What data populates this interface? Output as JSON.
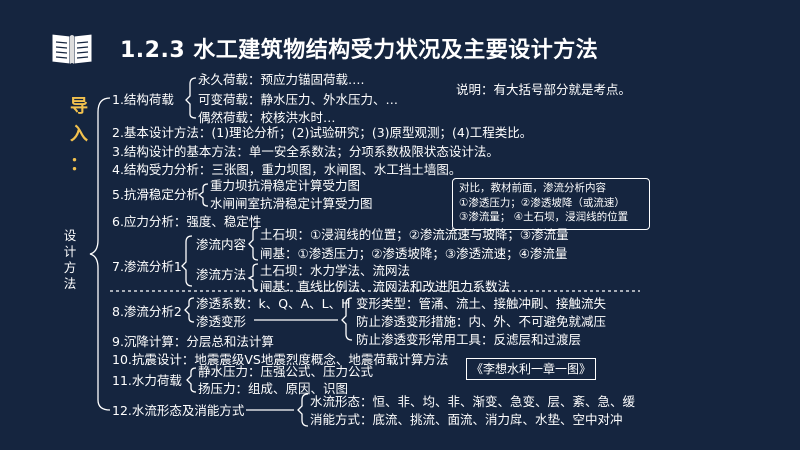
{
  "header": {
    "title": "1.2.3   水工建筑物结构受力状况及主要设计方法"
  },
  "side": {
    "lead_chars": [
      "导",
      "入",
      "："
    ],
    "group_label": "设计方法"
  },
  "note": "说明：有大括号部分就是考点。",
  "items": {
    "i1": "1.结构荷载",
    "i1_a": "永久荷载：预应力锚固荷载….",
    "i1_b": "可变荷载：静水压力、外水压力、…",
    "i1_c": "偶然荷载：校核洪水时…",
    "i2": "2.基本设计方法：(1)理论分析；(2)试验研究；(3)原型观测；(4)工程类比。",
    "i3": "3.结构设计的基本方法：单一安全系数法；分项系数极限状态设计法。",
    "i4": "4.结构受力分析：三张图，重力坝图，水闸图、水工挡土墙图。",
    "i5": "5.抗滑稳定分析",
    "i5_a": "重力坝抗滑稳定计算受力图",
    "i5_b": "水闸闸室抗滑稳定计算受力图",
    "i6": "6.应力分析：强度、稳定性",
    "i7": "7.渗流分析1",
    "i7_content": "渗流内容",
    "i7_c1": "土石坝：①浸润线的位置；②渗流流速与坡降；③渗流量",
    "i7_c2": "闸基：①渗透压力；②渗透坡降；③渗透流速；④渗流量",
    "i7_method": "渗流方法",
    "i7_m1": "土石坝：水力学法、流网法",
    "i7_m2": "闸基：直线比例法、流网法和改进阻力系数法",
    "i8": "8.渗流分析2",
    "i8_a": "渗透系数：k、Q、A、L、H",
    "i8_b": "渗透变形",
    "i8_b1": "变形类型：管涌、流土、接触冲刷、接触流失",
    "i8_b2": "防止渗透变形措施：内、外、不可避免就减压",
    "i8_b3": "防止渗透变形常用工具：反滤层和过渡层",
    "i9": "9.沉降计算：分层总和法计算",
    "i10": "10.抗震设计：地震震级VS地震烈度概念、地震荷载计算方法",
    "i11": "11.水力荷载",
    "i11_a": "静水压力：压强公式、压力公式",
    "i11_b": "扬压力：组成、原因、识图",
    "i12": "12.水流形态及消能方式",
    "i12_a": "水流形态：恒、非、均、非、渐变、急变、层、紊、急、缓",
    "i12_b": "消能方式：底流、挑流、面流、消力戽、水垫、空中对冲"
  },
  "note_box": {
    "line1": "对比，教材前面，渗流分析内容",
    "line2": "①渗透压力；②渗透坡降（或流速）",
    "line3": "③渗流量；   ④土石坝，浸润线的位置"
  },
  "quote": "《李想水利一章一图》",
  "colors": {
    "background": "#15253f",
    "text": "#ffffff",
    "accent": "#f2c14e"
  },
  "icons": {
    "header": "open-book-icon"
  }
}
